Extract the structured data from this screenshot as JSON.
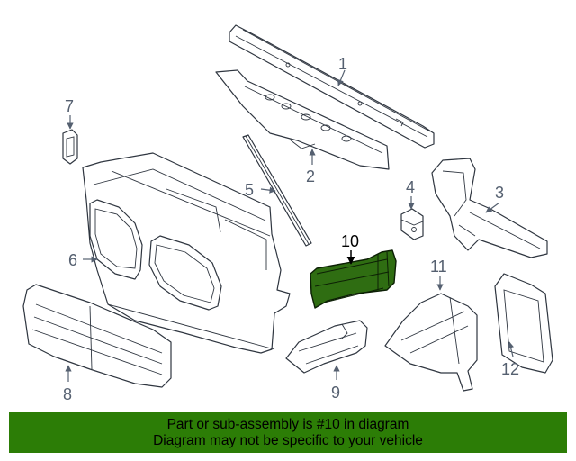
{
  "callouts": {
    "p1": "1",
    "p2": "2",
    "p3": "3",
    "p4": "4",
    "p5": "5",
    "p6": "6",
    "p7": "7",
    "p8": "8",
    "p9": "9",
    "p10": "10",
    "p11": "11",
    "p12": "12"
  },
  "highlight_color": "#2f6d12",
  "banner": {
    "line1": "Part or sub-assembly is #10 in diagram",
    "line2": "Diagram may not be specific to your vehicle",
    "color": "#2c7d06"
  }
}
